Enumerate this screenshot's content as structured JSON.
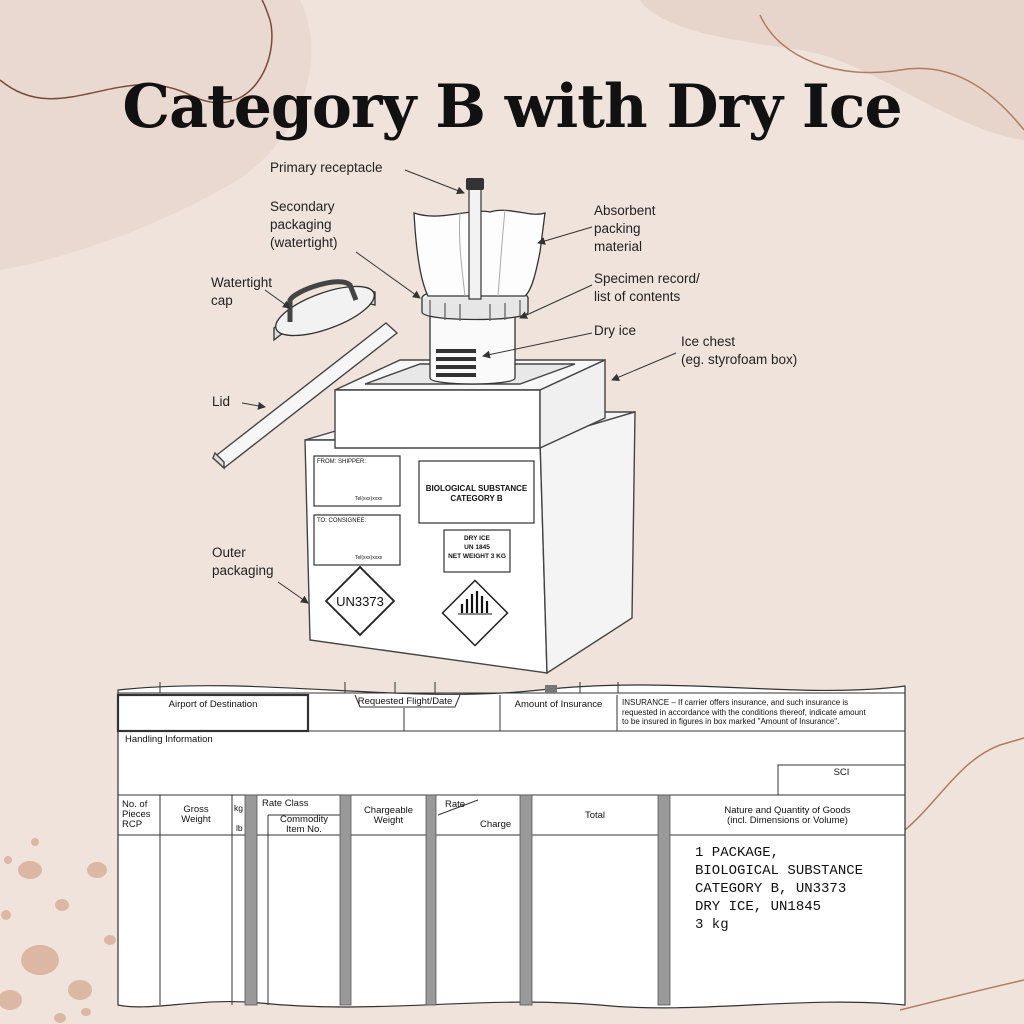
{
  "title": "Category B with Dry Ice",
  "labels": {
    "primary_receptacle": "Primary receptacle",
    "secondary_line1": "Secondary",
    "secondary_line2": "packaging",
    "secondary_line3": "(watertight)",
    "absorbent_line1": "Absorbent",
    "absorbent_line2": "packing",
    "absorbent_line3": "material",
    "watertight_line1": "Watertight",
    "watertight_line2": "cap",
    "specimen_line1": "Specimen record/",
    "specimen_line2": "list of contents",
    "dry_ice": "Dry ice",
    "ice_chest_line1": "Ice chest",
    "ice_chest_line2": "(eg. styrofoam box)",
    "lid": "Lid",
    "outer_line1": "Outer",
    "outer_line2": "packaging"
  },
  "package": {
    "from": "FROM: SHIPPER:",
    "to": "TO: CONSIGNEE:",
    "tel": "Tel(xxx)xxxx",
    "bio_line1": "BIOLOGICAL SUBSTANCE",
    "bio_line2": "CATEGORY B",
    "dry_ice_line1": "DRY ICE",
    "dry_ice_line2": "UN 1845",
    "dry_ice_line3": "NET WEIGHT 3 KG",
    "un_marking": "UN3373"
  },
  "waybill": {
    "airport_of_destination": "Airport of Destination",
    "requested_flight_date": "Requested Flight/Date",
    "amount_of_insurance": "Amount of Insurance",
    "insurance_line1": "INSURANCE – If carrier offers insurance, and such insurance is",
    "insurance_line2": "requested in accordance with the conditions thereof, indicate amount",
    "insurance_line3": "to be insured in figures in box marked \"Amount of Insurance\".",
    "handling_information": "Handling Information",
    "sci": "SCI",
    "no_of_pieces_line1": "No. of",
    "no_of_pieces_line2": "Pieces",
    "no_of_pieces_line3": "RCP",
    "gross_line1": "Gross",
    "gross_line2": "Weight",
    "kg": "kg",
    "lb": "lb",
    "rate_class": "Rate Class",
    "commodity_line1": "Commodity",
    "commodity_line2": "Item No.",
    "chargeable_line1": "Chargeable",
    "chargeable_line2": "Weight",
    "rate": "Rate",
    "charge": "Charge",
    "total": "Total",
    "nature_line1": "Nature and Quantity of Goods",
    "nature_line2": "(incl. Dimensions or Volume)",
    "goods_line1": "1 PACKAGE,",
    "goods_line2": "BIOLOGICAL SUBSTANCE",
    "goods_line3": "CATEGORY B, UN3373",
    "goods_line4": "DRY ICE, UN1845",
    "goods_line5": "3 kg"
  }
}
